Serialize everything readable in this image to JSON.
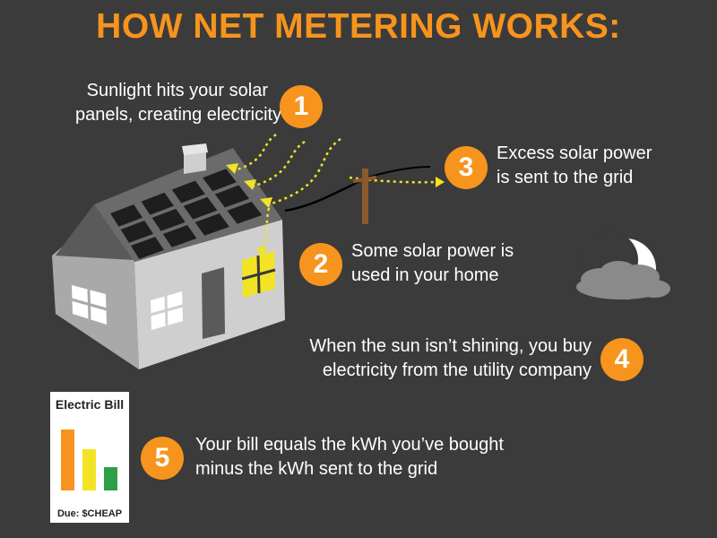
{
  "title": "HOW NET METERING WORKS:",
  "steps": [
    {
      "number": "1",
      "lines": [
        "Sunlight hits your solar",
        "panels, creating electricity"
      ]
    },
    {
      "number": "2",
      "lines": [
        "Some solar power is",
        "used in your home"
      ]
    },
    {
      "number": "3",
      "lines": [
        "Excess solar power",
        "is sent to the grid"
      ]
    },
    {
      "number": "4",
      "lines": [
        "When the sun isn’t shining, you buy",
        "electricity from the utility company"
      ]
    },
    {
      "number": "5",
      "lines": [
        "Your bill equals the kWh you’ve bought",
        "minus the kWh sent to the grid"
      ]
    }
  ],
  "bill": {
    "title": "Electric Bill",
    "due": "Due: $CHEAP",
    "bars": [
      {
        "level": 1.0,
        "color": "#f7941d"
      },
      {
        "level": 0.68,
        "color": "#f2e424"
      },
      {
        "level": 0.38,
        "color": "#2e9e48"
      }
    ]
  },
  "colors": {
    "background": "#3b3b3b",
    "accent": "#f7941d",
    "sunlight": "#f2e424",
    "window_lit": "#f2e424"
  },
  "icons": [
    "house-icon",
    "solar-panel-icon",
    "utility-pole-icon",
    "moon-icon",
    "cloud-icon",
    "electric-bill-icon"
  ]
}
